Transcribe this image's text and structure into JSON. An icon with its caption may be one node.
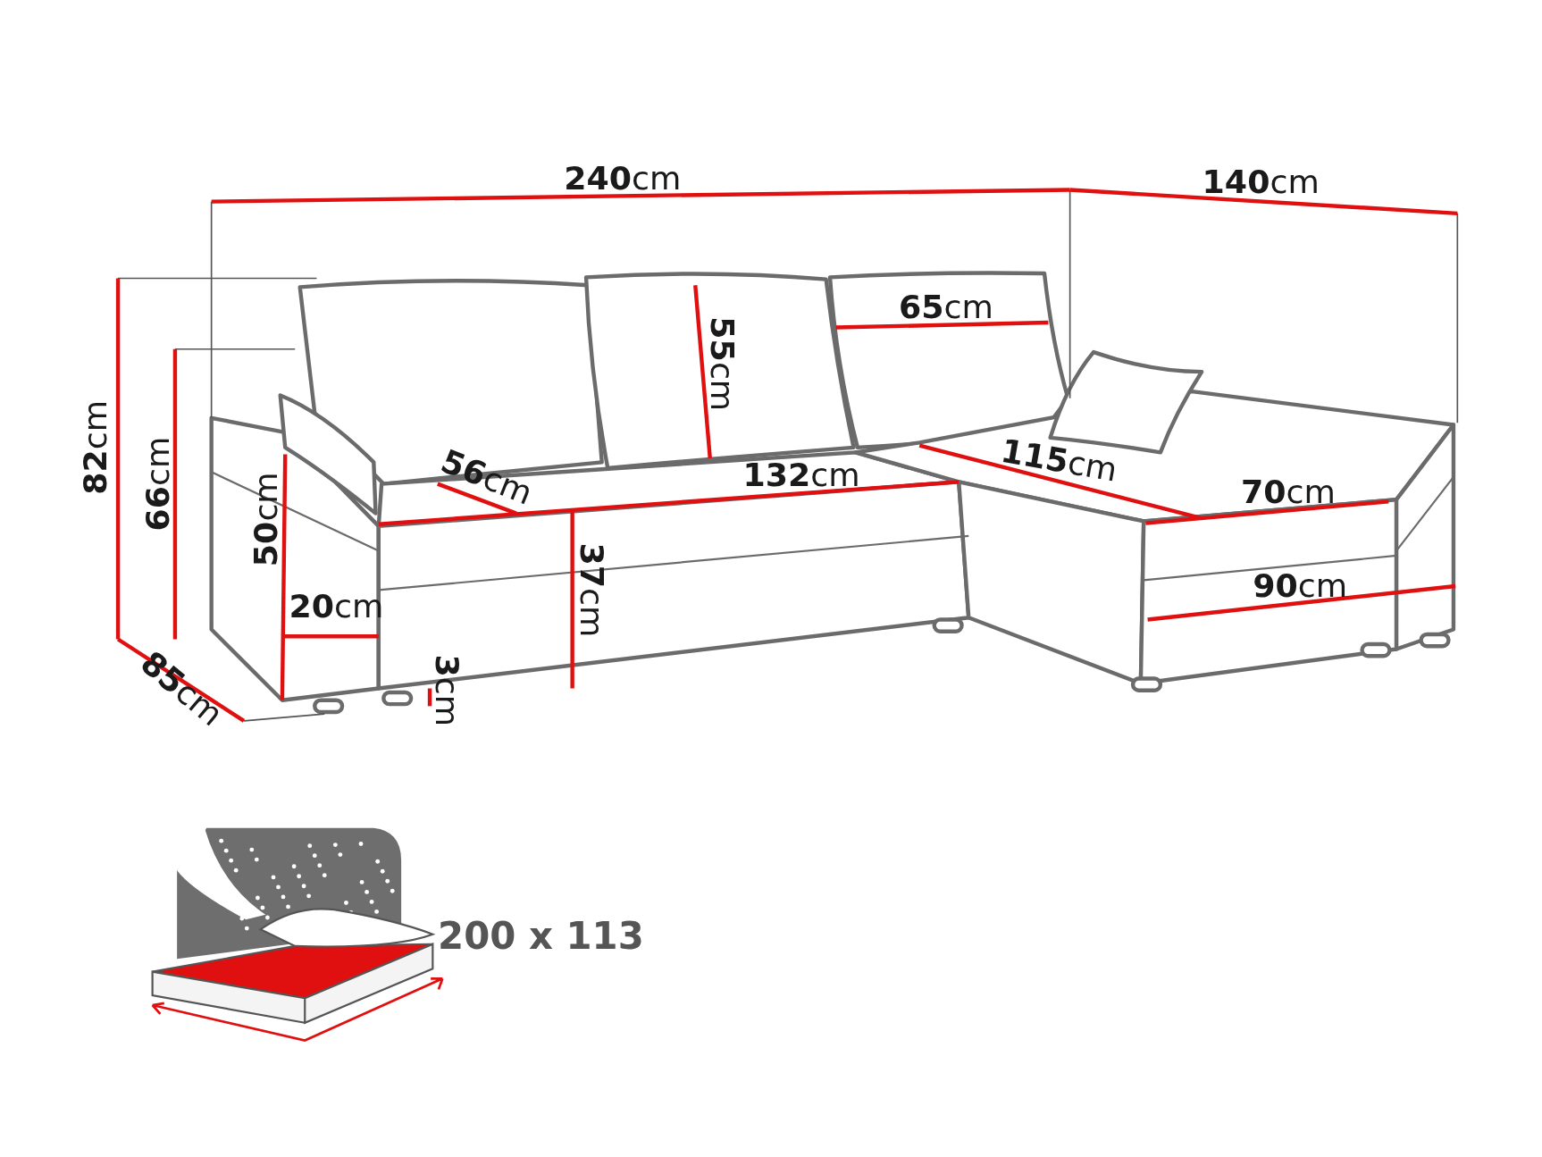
{
  "diagram": {
    "labels": [
      "**240**cm",
      "**140**cm",
      "**65**cm",
      "**55**cm",
      "**82**cm",
      "**66**cm",
      "**56**cm",
      "**132**cm",
      "**115**cm",
      "**70**cm",
      "**50**cm",
      "**37**cm",
      "**90**cm",
      "**20**cm",
      "**85**cm",
      "**3**cm",
      "200 x 113"
    ]
  }
}
